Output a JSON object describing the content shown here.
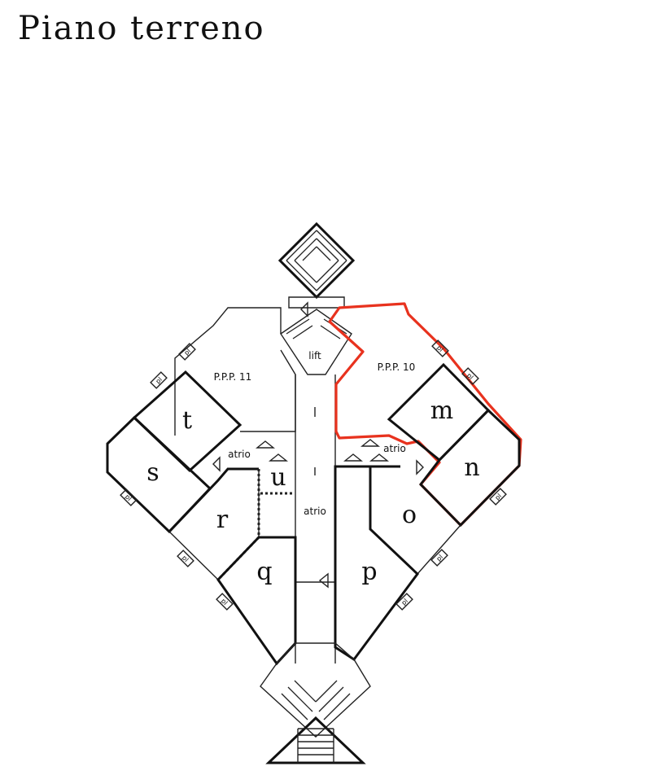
{
  "title": "Piano terreno",
  "labels": {
    "ppp11": "P.P.P. 11",
    "ppp10": "P.P.P. 10",
    "lift": "lift",
    "atrio_left": "atrio",
    "atrio_right": "atrio",
    "atrio_center": "atrio"
  },
  "units": {
    "m": "m",
    "n": "n",
    "o": "o",
    "p": "p",
    "q": "q",
    "r": "r",
    "s": "s",
    "t": "t",
    "u": "u"
  },
  "pl": "pl",
  "colors": {
    "highlight": "#e8321e",
    "ink": "#111111"
  }
}
